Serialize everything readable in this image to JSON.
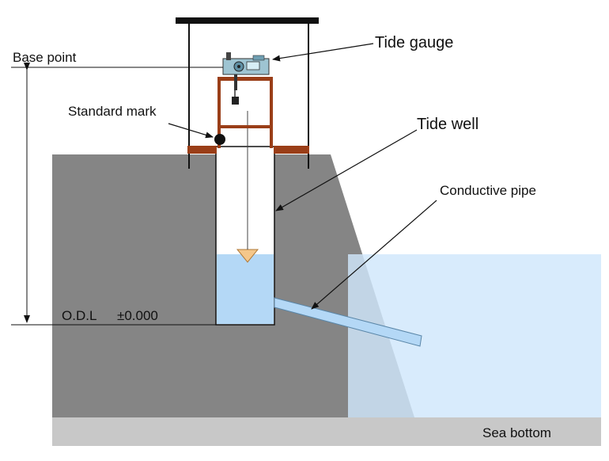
{
  "labels": {
    "tide_gauge": "Tide gauge",
    "tide_well": "Tide well",
    "base_point": "Base point",
    "standard_mark": "Standard mark",
    "conductive_pipe": "Conductive pipe",
    "odl": "O.D.L",
    "odl_value": "±0.000",
    "sea_bottom": "Sea bottom"
  },
  "colors": {
    "ground": "#858585",
    "sea_bottom": "#c8c8c8",
    "sea_water": "#cfe6fb",
    "well_water": "#b4d8f6",
    "frame": "#9a3e18",
    "line": "#111111"
  }
}
